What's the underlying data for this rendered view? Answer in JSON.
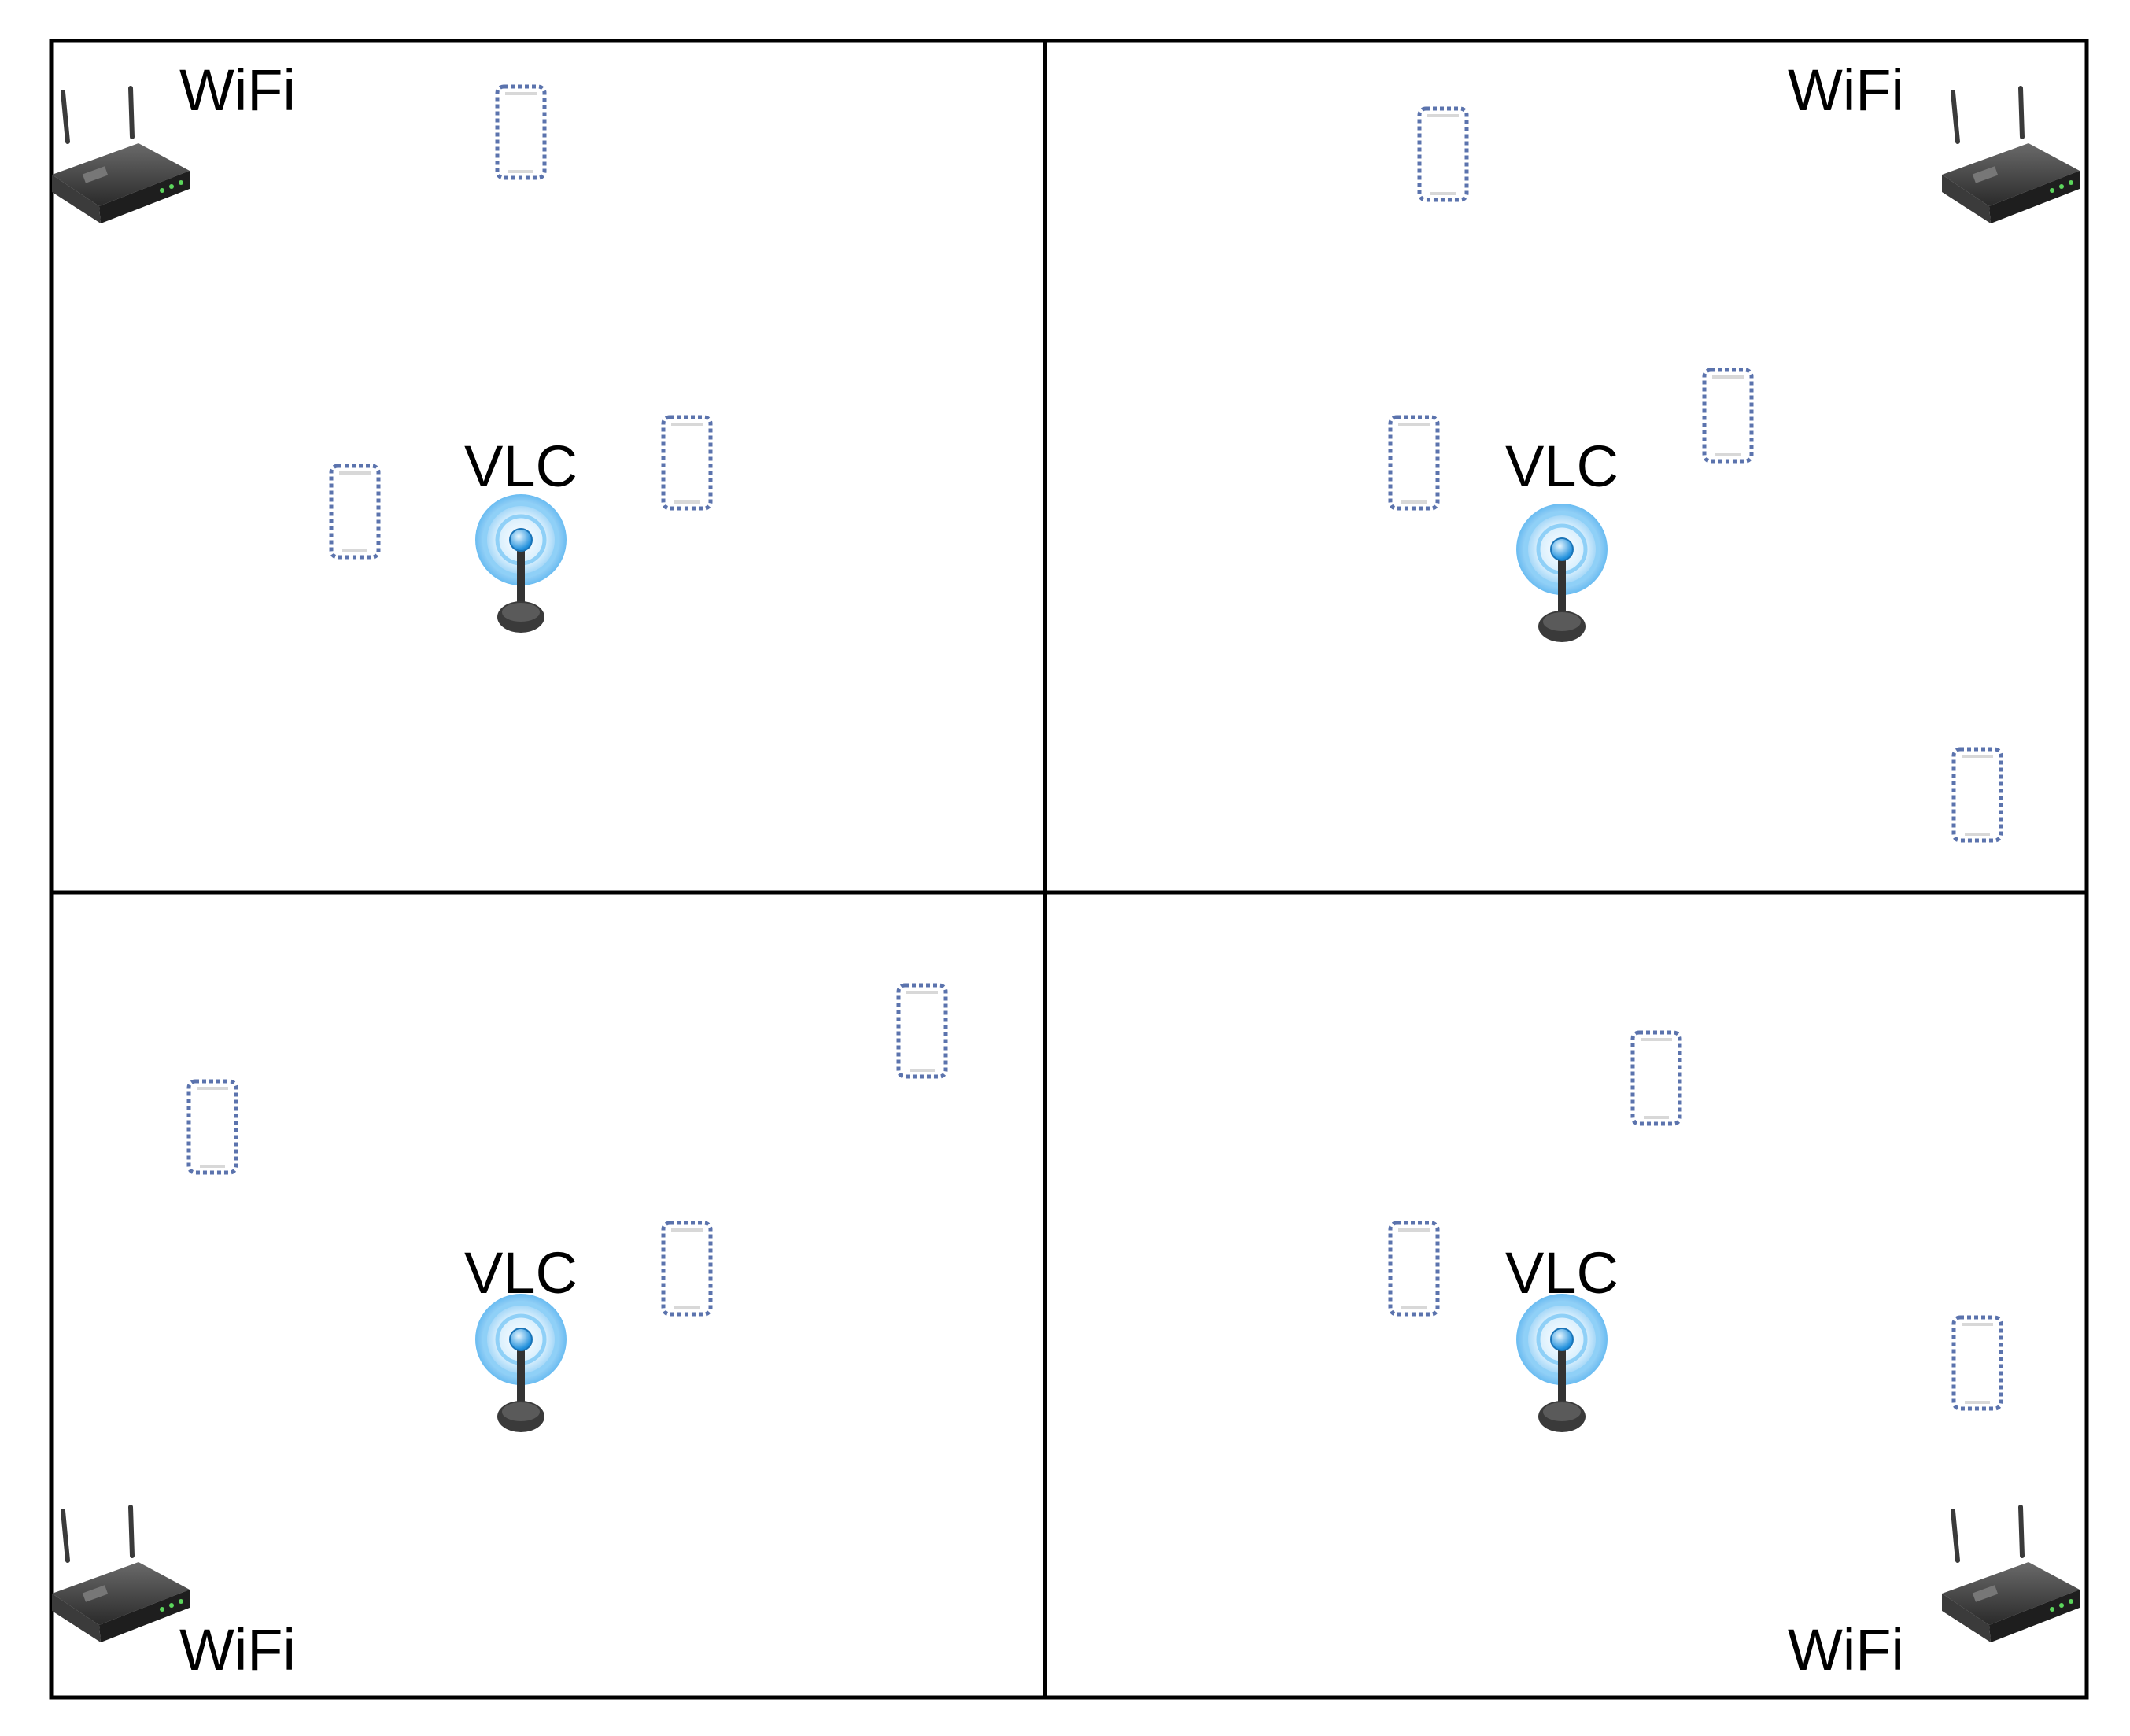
{
  "labels": {
    "wifi": "WiFi",
    "vlc": "VLC"
  },
  "icons": {
    "wifi_access_point": "wifi-router-icon",
    "vlc_access_point": "vlc-antenna-icon",
    "user_device": "smartphone-icon"
  },
  "colors": {
    "border": "#000000",
    "device_outline": "#5b73ad",
    "device_fill": "#ffffff",
    "vlc_glow": "#4fb0ef",
    "router_body": "#2e2e2e"
  },
  "rooms": [
    {
      "name": "top-left",
      "wifi_corner": "top-left",
      "device_count": 3
    },
    {
      "name": "top-right",
      "wifi_corner": "top-right",
      "device_count": 4
    },
    {
      "name": "bottom-left",
      "wifi_corner": "bottom-left",
      "device_count": 3
    },
    {
      "name": "bottom-right",
      "wifi_corner": "bottom-right",
      "device_count": 3
    }
  ]
}
